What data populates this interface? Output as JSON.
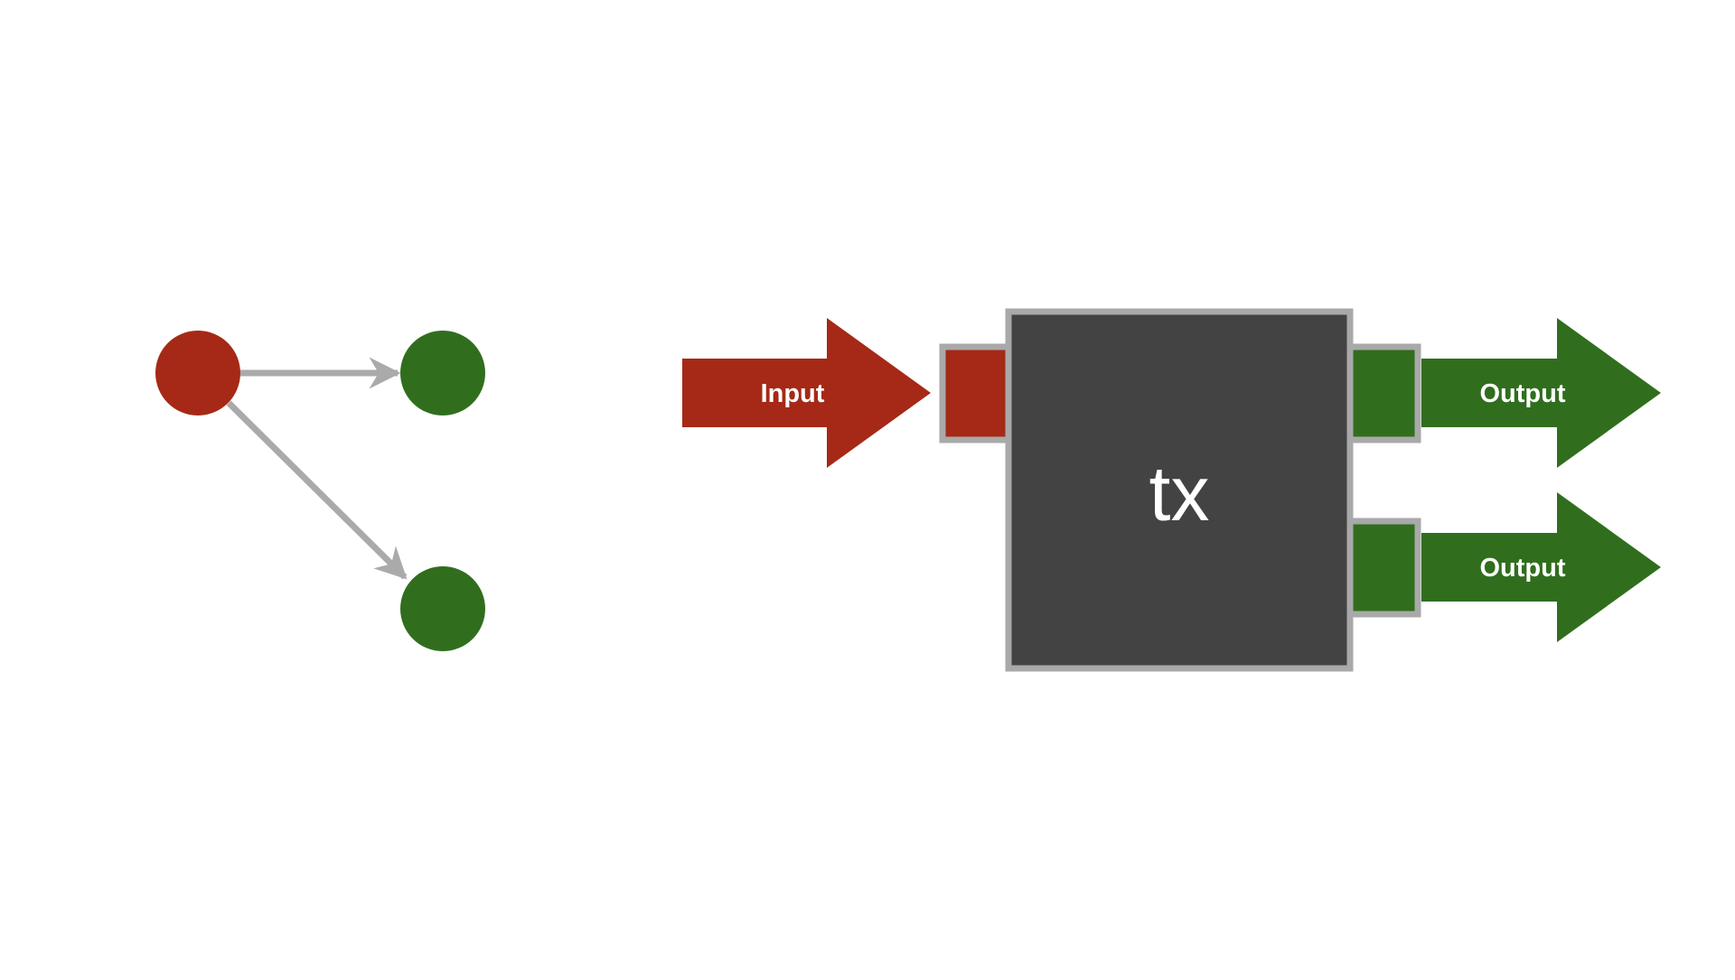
{
  "colors": {
    "background": "#ffffff",
    "input_red": "#a52916",
    "output_green": "#306e1e",
    "box_dark": "#434343",
    "border_gray": "#a9a9a9",
    "edge_gray": "#aaaaaa",
    "label_white": "#ffffff"
  },
  "graph": {
    "nodes": [
      {
        "id": "input-node",
        "role": "input"
      },
      {
        "id": "output-node-1",
        "role": "output"
      },
      {
        "id": "output-node-2",
        "role": "output"
      }
    ],
    "edges": [
      {
        "from": "input-node",
        "to": "output-node-1"
      },
      {
        "from": "input-node",
        "to": "output-node-2"
      }
    ]
  },
  "transaction": {
    "label": "tx",
    "input_label": "Input",
    "outputs": [
      {
        "label": "Output"
      },
      {
        "label": "Output"
      }
    ]
  }
}
